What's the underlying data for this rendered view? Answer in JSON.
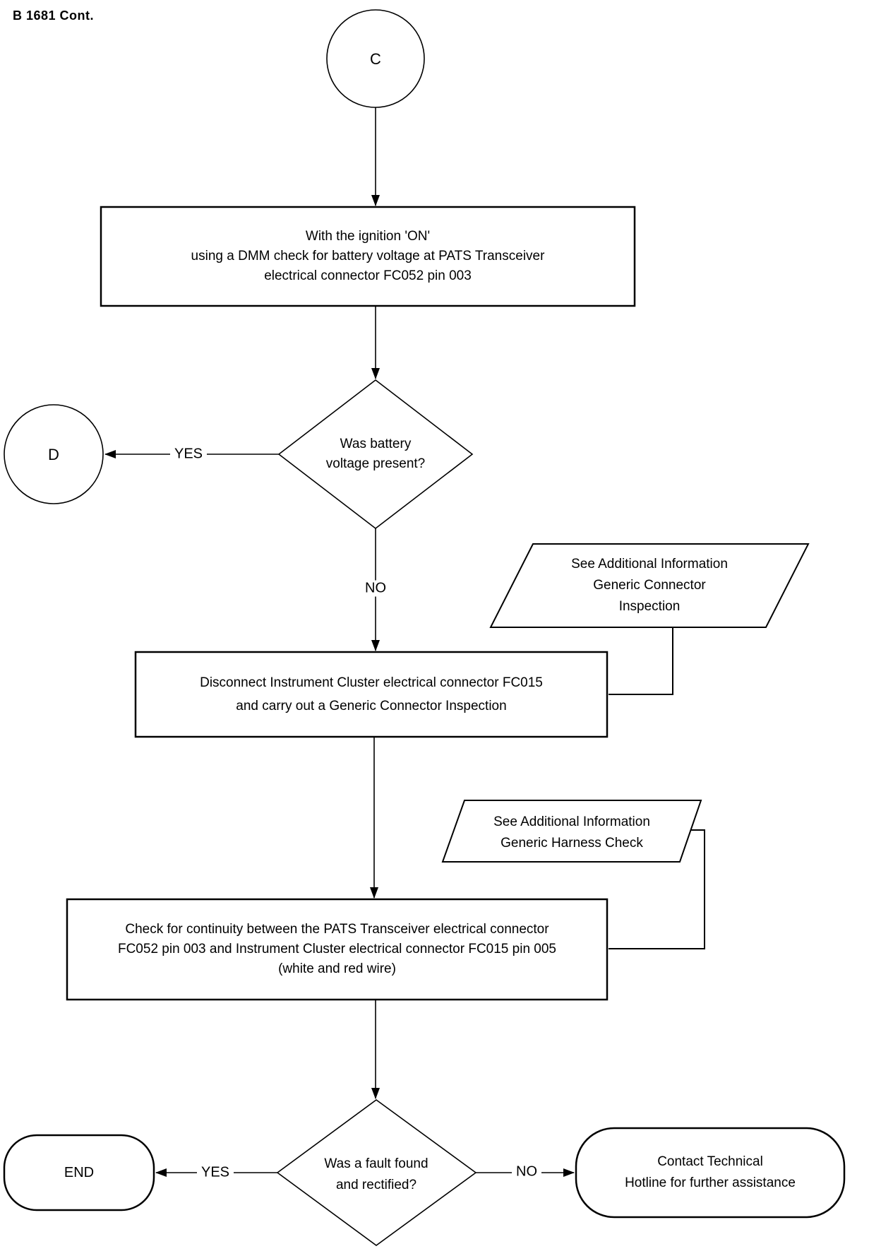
{
  "page": {
    "label": "B 1681 Cont."
  },
  "colors": {
    "ink": "#000000",
    "background": "#ffffff"
  },
  "flowchart": {
    "connector_c": {
      "label": "C"
    },
    "connector_d": {
      "label": "D"
    },
    "step1": {
      "lines": [
        "With the ignition 'ON'",
        "using a DMM check for battery voltage at PATS Transceiver",
        "electrical connector FC052 pin 003"
      ]
    },
    "decision1": {
      "lines": [
        "Was battery",
        "voltage present?"
      ],
      "yes_label": "YES",
      "no_label": "NO"
    },
    "ref1": {
      "lines": [
        "See Additional Information",
        "Generic Connector",
        "Inspection"
      ]
    },
    "step2": {
      "lines": [
        "Disconnect Instrument Cluster electrical connector FC015",
        "and carry out a Generic Connector Inspection"
      ]
    },
    "ref2": {
      "lines": [
        "See Additional Information",
        "Generic Harness Check"
      ]
    },
    "step3": {
      "lines": [
        "Check for continuity between the PATS Transceiver electrical connector",
        "FC052 pin 003 and Instrument Cluster electrical connector FC015 pin 005",
        "(white and red wire)"
      ]
    },
    "decision2": {
      "lines": [
        "Was a fault found",
        "and rectified?"
      ],
      "yes_label": "YES",
      "no_label": "NO"
    },
    "end_node": {
      "label": "END"
    },
    "contact": {
      "lines": [
        "Contact Technical",
        "Hotline for further assistance"
      ]
    }
  }
}
